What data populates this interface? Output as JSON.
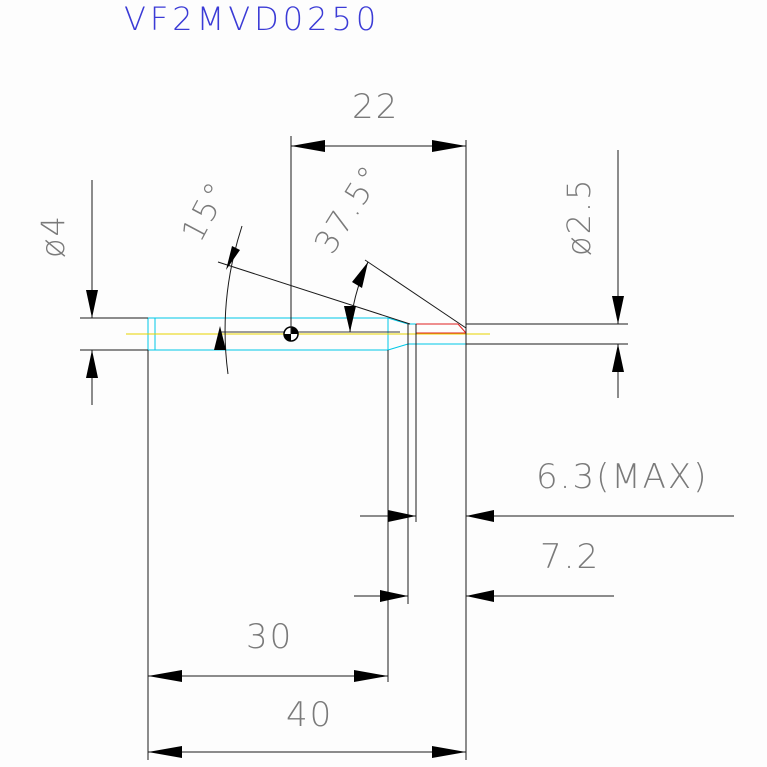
{
  "title": "VF2MVD0250",
  "dimensions": {
    "total_length": "40",
    "body_length": "30",
    "tip_length": "22",
    "body_diameter": "ø4",
    "tip_diameter": "ø2.5",
    "angle_small": "15°",
    "angle_large": "37.5°",
    "max_depth": "6.3(MAX)",
    "step_length": "7.2"
  },
  "colors": {
    "title": "#3b3bd6",
    "tool_outline": "#00c8e6",
    "axis_line": "#e6d200",
    "tip_outline": "#e02020",
    "dimension_line": "#1a1a1a"
  }
}
